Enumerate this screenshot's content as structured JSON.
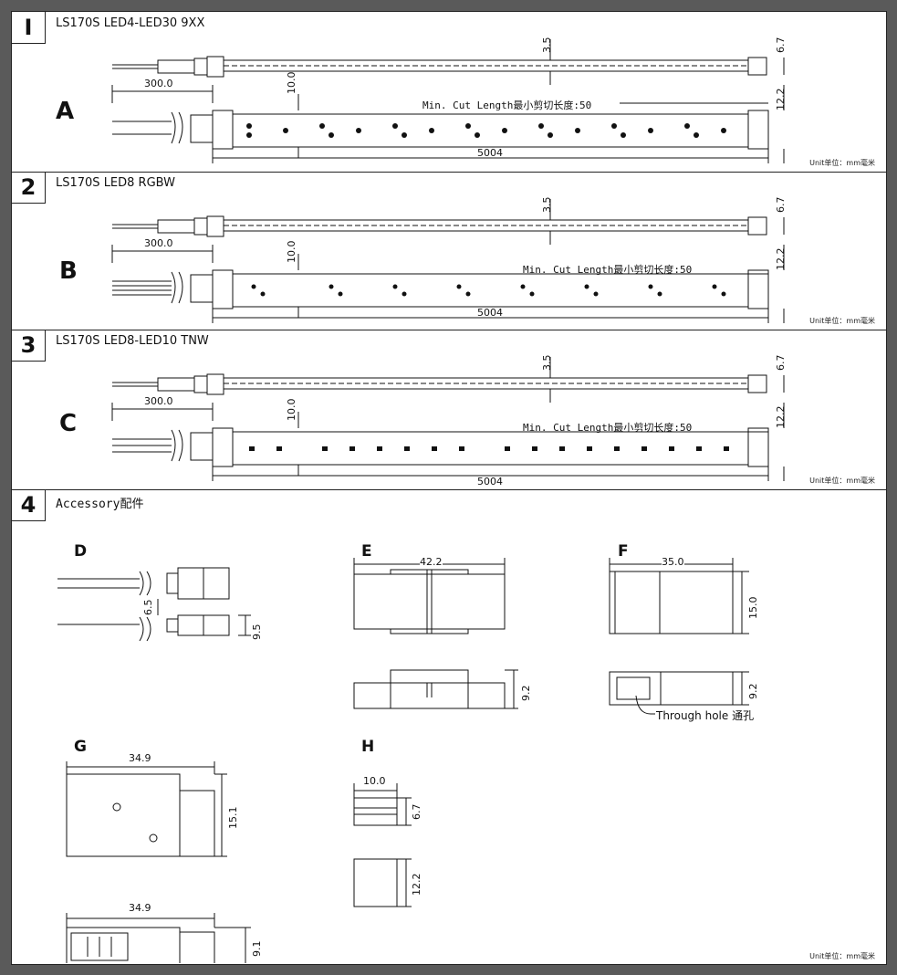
{
  "sections": [
    {
      "num": "I",
      "title": "LS170S LED4-LED30 9XX",
      "letter": "A",
      "unit": "Unit单位：mm毫米",
      "dims": {
        "lead": "300.0",
        "width": "10.0",
        "pcb": "3.5",
        "thick": "6.7",
        "height": "12.2",
        "cut": "Min. Cut Length最小剪切长度:50",
        "length": "5004"
      }
    },
    {
      "num": "2",
      "title": "LS170S LED8 RGBW",
      "letter": "B",
      "unit": "Unit单位：mm毫米",
      "dims": {
        "lead": "300.0",
        "width": "10.0",
        "pcb": "3.5",
        "thick": "6.7",
        "height": "12.2",
        "cut": "Min. Cut Length最小剪切长度:50",
        "length": "5004"
      }
    },
    {
      "num": "3",
      "title": "LS170S LED8-LED10 TNW",
      "letter": "C",
      "unit": "Unit单位：mm毫米",
      "dims": {
        "lead": "300.0",
        "width": "10.0",
        "pcb": "3.5",
        "thick": "6.7",
        "height": "12.2",
        "cut": "Min. Cut Length最小剪切长度:50",
        "length": "5004"
      }
    }
  ],
  "accessory": {
    "num": "4",
    "title": "Accessory配件",
    "unit": "Unit单位：mm毫米",
    "items": {
      "D": {
        "label": "D",
        "dims": [
          "6.5",
          "9.5"
        ]
      },
      "E": {
        "label": "E",
        "dims": [
          "42.2",
          "9.2"
        ]
      },
      "F": {
        "label": "F",
        "dims": [
          "35.0",
          "15.0",
          "9.2"
        ],
        "note": "Through hole 通孔"
      },
      "G": {
        "label": "G",
        "dims": [
          "34.9",
          "15.1",
          "34.9",
          "9.1"
        ]
      },
      "H": {
        "label": "H",
        "dims": [
          "10.0",
          "6.7",
          "12.2"
        ]
      }
    }
  }
}
